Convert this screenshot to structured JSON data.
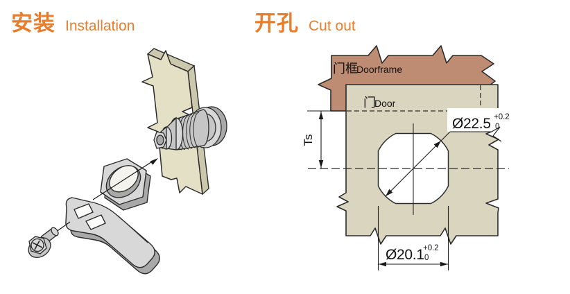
{
  "headers": {
    "installation": {
      "zh": "安装",
      "en": "Installation"
    },
    "cutout": {
      "zh": "开孔",
      "en": "Cut out"
    }
  },
  "cutout_diagram": {
    "doorframe_label_zh": "门框",
    "doorframe_label_en": "Doorframe",
    "door_label_zh": "门",
    "door_label_en": "Door",
    "hole_diameter": {
      "value": "Ø22.5",
      "tol_upper": "+0.2",
      "tol_lower": "0"
    },
    "flat_width": {
      "value": "Ø20.1",
      "tol_upper": "+0.2",
      "tol_lower": "0"
    },
    "door_thickness_label": "Ts"
  },
  "installation_diagram": {
    "parts": [
      "flange-screw",
      "cam",
      "hex-nut",
      "cam-lock-body",
      "door-panel"
    ]
  },
  "colors": {
    "accent_orange": "#E87E2B",
    "doorframe_fill": "#BE8C72",
    "door_fill": "#D9D5BF",
    "panel_fill": "#E4E0C6",
    "metal_gray": "#C6C6C6",
    "line": "#2B2B2B"
  }
}
